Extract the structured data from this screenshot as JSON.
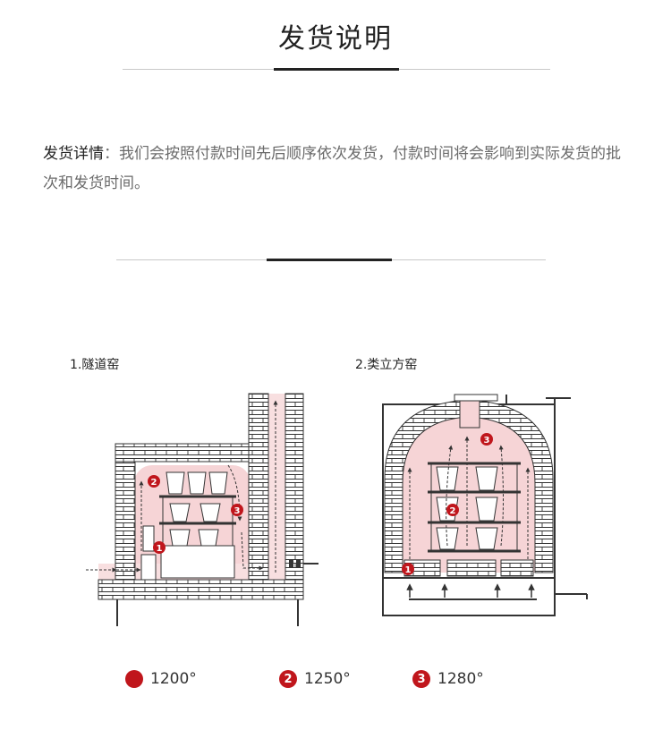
{
  "header": {
    "title": "发货说明"
  },
  "shipping": {
    "label": "发货详情",
    "separator": "：",
    "text": "我们会按照付款时间先后顺序依次发货，付款时间将会影响到实际发货的批次和发货时间。"
  },
  "diagrams": {
    "tunnel_title": "1.隧道窑",
    "vertical_title": "2.类立方窑"
  },
  "markers": [
    "1",
    "2",
    "3"
  ],
  "legend": [
    {
      "marker": "",
      "temp": "1200°"
    },
    {
      "marker": "2",
      "temp": "1250°"
    },
    {
      "marker": "3",
      "temp": "1280°"
    }
  ],
  "colors": {
    "accent": "#c0161c",
    "heat": "#f6d4d6",
    "line": "#222222"
  }
}
